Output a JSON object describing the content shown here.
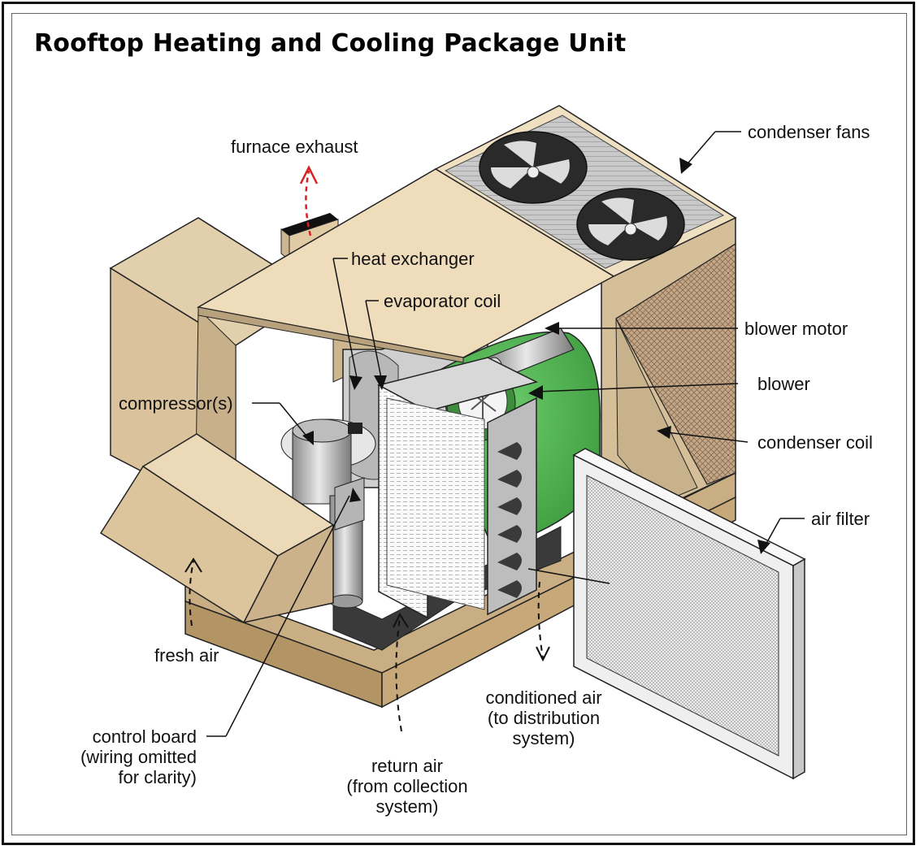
{
  "title": "Rooftop Heating and Cooling Package Unit",
  "labels": {
    "furnace_exhaust": "furnace exhaust",
    "condenser_fans": "condenser fans",
    "heat_exchanger": "heat exchanger",
    "evaporator_coil": "evaporator coil",
    "blower_motor": "blower motor",
    "blower": "blower",
    "compressors": "compressor(s)",
    "condenser_coil": "condenser coil",
    "air_filter": "air filter",
    "fresh_air": "fresh air",
    "conditioned_air": [
      "conditioned air",
      "(to distribution",
      "system)"
    ],
    "control_board": [
      "control board",
      "(wiring omitted",
      "for clarity)"
    ],
    "return_air": [
      "return air",
      "(from collection",
      "system)"
    ]
  },
  "colors": {
    "cabinet": "#e9d6b3",
    "cabinet_side": "#ccb590",
    "cabinet_dark": "#a8936f",
    "blower": "#4fb04f",
    "exhaust_arrow": "#d62020",
    "floor": "#3a3a3a"
  }
}
